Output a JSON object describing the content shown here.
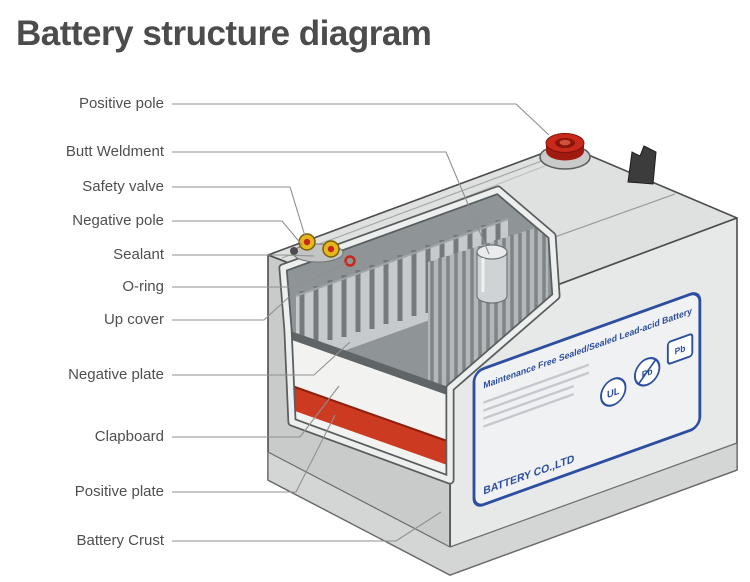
{
  "title": "Battery structure diagram",
  "labels": {
    "positive_pole": "Positive pole",
    "butt_weldment": "Butt Weldment",
    "safety_valve": "Safety valve",
    "negative_pole": "Negative pole",
    "sealant": "Sealant",
    "o_ring": "O-ring",
    "up_cover": "Up cover",
    "negative_plate": "Negative plate",
    "clapboard": "Clapboard",
    "positive_plate": "Positive plate",
    "battery_crust": "Battery Crust"
  },
  "battery_label": {
    "product_line": "Maintenance Free Sealed/Sealed Lead-acid Battery",
    "company": "BATTERY CO.,LTD",
    "marks": {
      "ul": "UL",
      "pb": "Pb"
    }
  },
  "colors": {
    "accent_red": "#c8291b",
    "label_blue": "#2b4ea0",
    "valve_yellow": "#e4b71d",
    "case_gray": "#dfe1e1"
  }
}
